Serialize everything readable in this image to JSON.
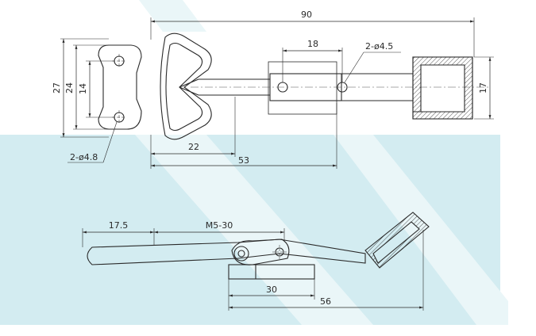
{
  "colors": {
    "background": "#ffffff",
    "band": "#d3ecf1",
    "line": "#2a2a2a",
    "centerline": "#555555"
  },
  "dimensions": {
    "top": {
      "overall_length": "90",
      "hole_spacing_top": "18",
      "hole_spec_right": "2-ø4.5",
      "height_27": "27",
      "height_24": "24",
      "height_14": "14",
      "height_17": "17",
      "length_22": "22",
      "length_53": "53",
      "hole_spec_left": "2-ø4.8"
    },
    "side": {
      "length_17_5": "17.5",
      "thread_spec": "M5-30",
      "length_30": "30",
      "length_56": "56"
    }
  }
}
